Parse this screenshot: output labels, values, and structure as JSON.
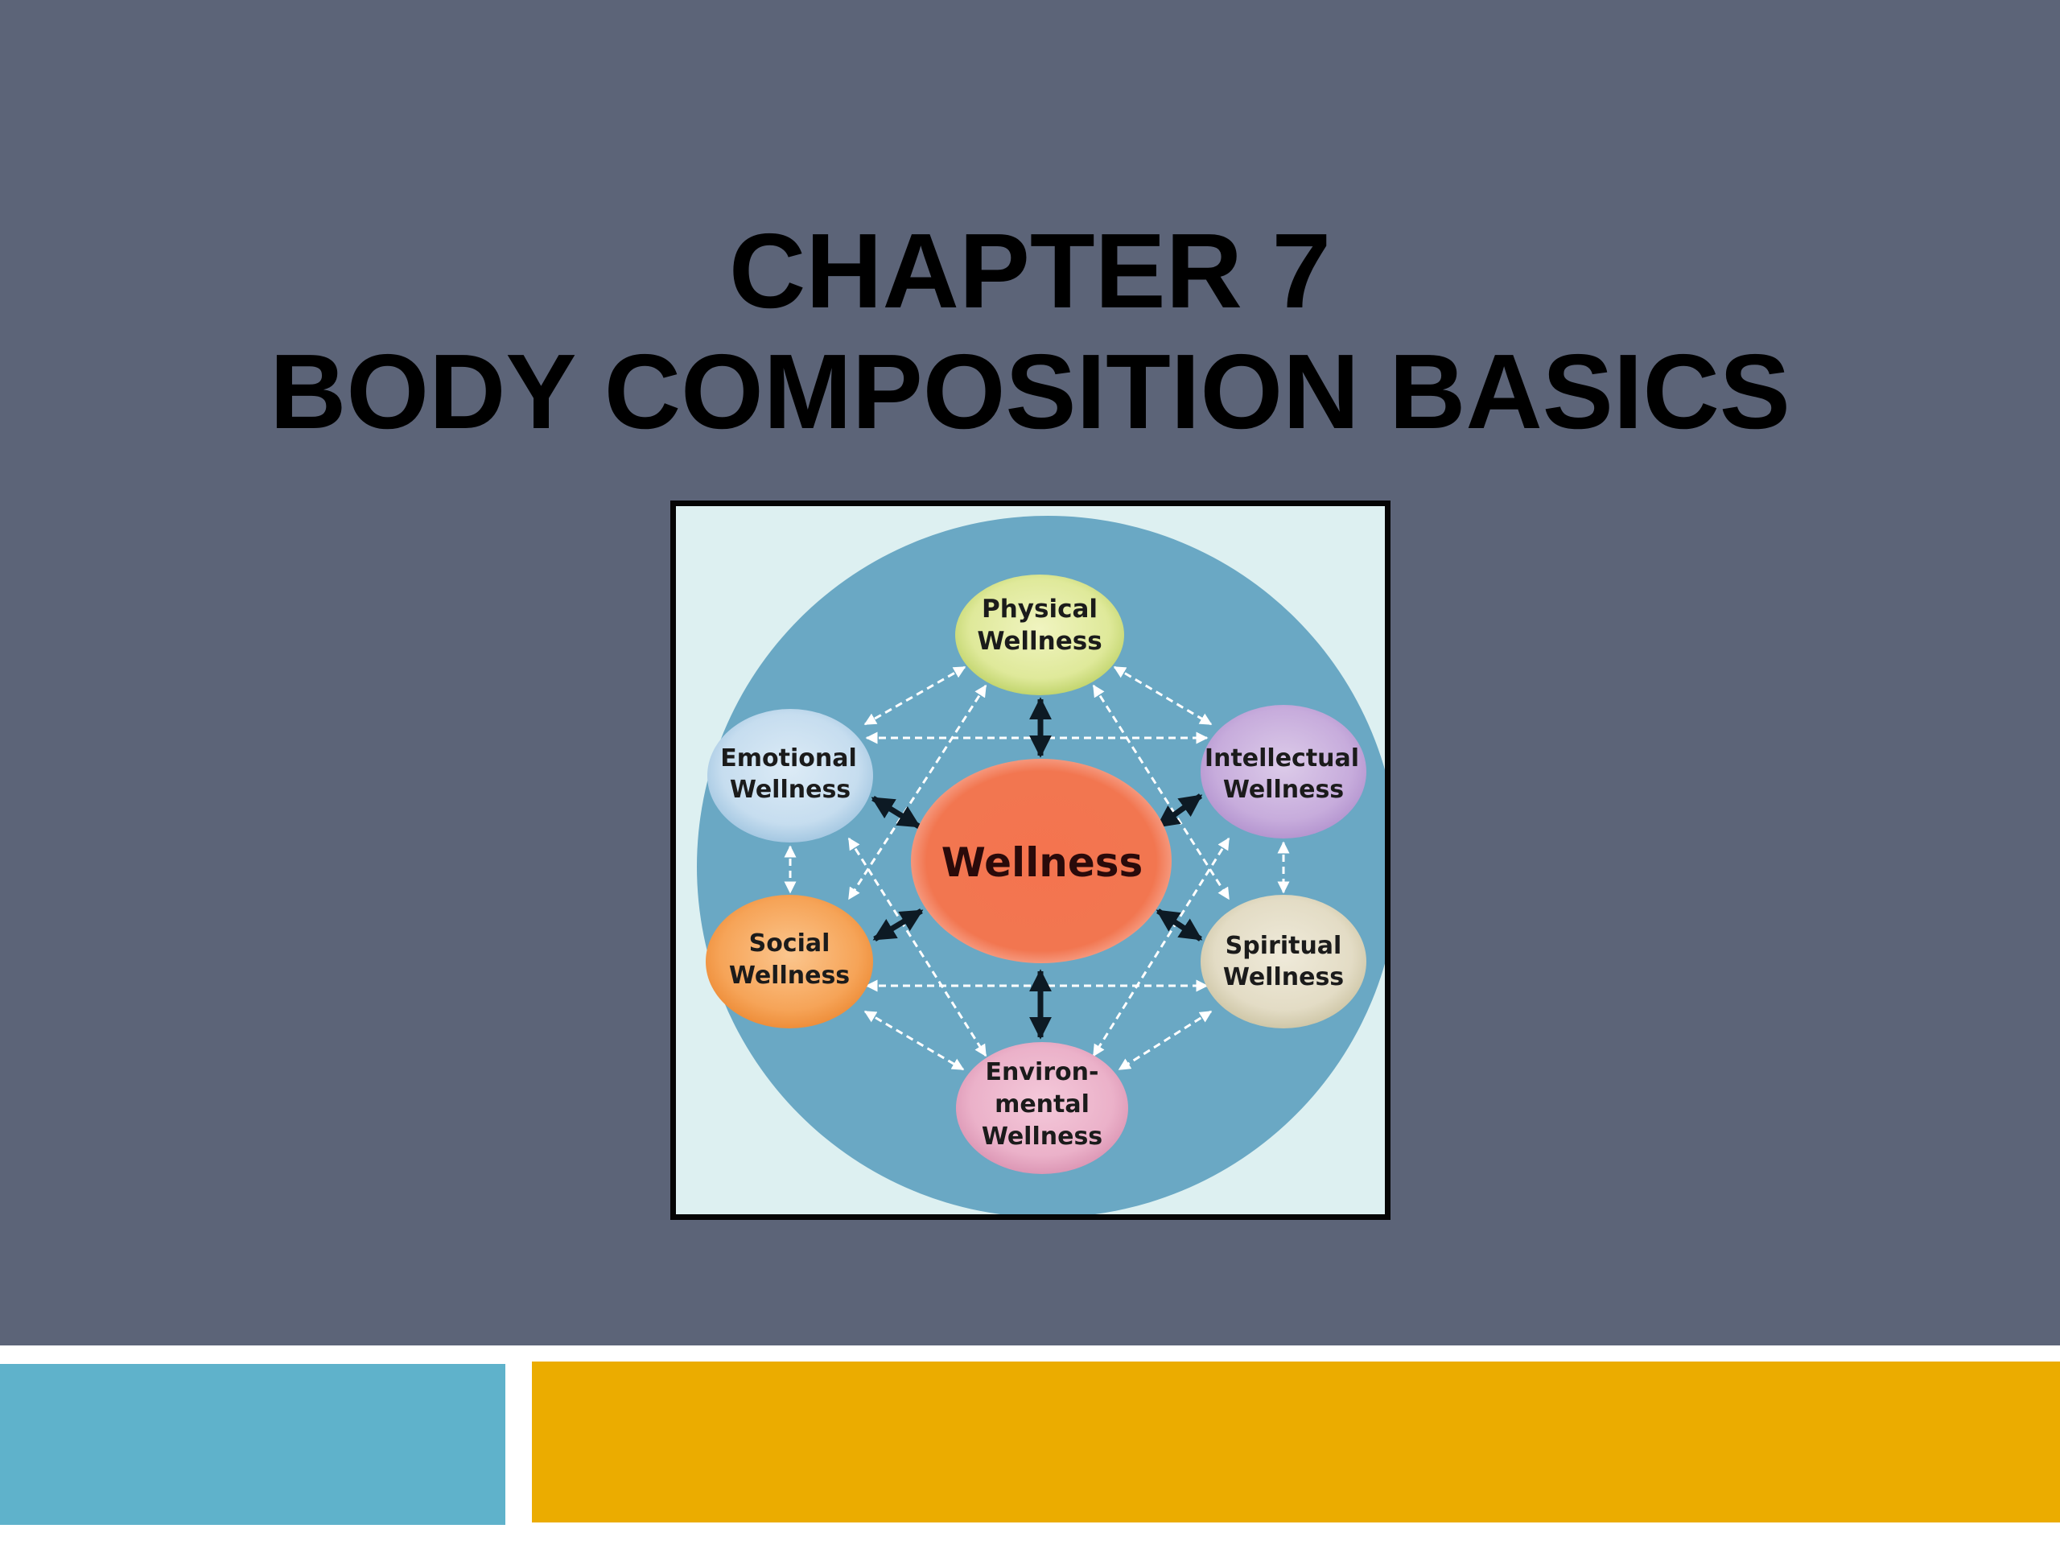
{
  "slide": {
    "title_line1": "CHAPTER 7",
    "title_line2": "BODY COMPOSITION BASICS",
    "colors": {
      "background": "#5c6478",
      "title_text": "#000000",
      "bottom_bar_left": "#5fb2cb",
      "bottom_bar_right": "#ebac00",
      "bottom_band": "#ffffff"
    }
  },
  "diagram": {
    "center": {
      "label": "Wellness",
      "color": "#f2724e"
    },
    "nodes": [
      {
        "id": "physical",
        "line1": "Physical",
        "line2": "Wellness",
        "line3": "",
        "color": "#d6e38f"
      },
      {
        "id": "emotional",
        "line1": "Emotional",
        "line2": "Wellness",
        "line3": "",
        "color": "#c8dff0"
      },
      {
        "id": "intellectual",
        "line1": "Intellectual",
        "line2": "Wellness",
        "line3": "",
        "color": "#c4aad8"
      },
      {
        "id": "social",
        "line1": "Social",
        "line2": "Wellness",
        "line3": "",
        "color": "#f5a050"
      },
      {
        "id": "spiritual",
        "line1": "Spiritual",
        "line2": "Wellness",
        "line3": "",
        "color": "#e2dcc4"
      },
      {
        "id": "environmental",
        "line1": "Environ-",
        "line2": "mental",
        "line3": "Wellness",
        "color": "#eab0c8"
      }
    ],
    "outer_circle_color": "#6aa8c4",
    "frame_background": "#ddf0f1"
  }
}
